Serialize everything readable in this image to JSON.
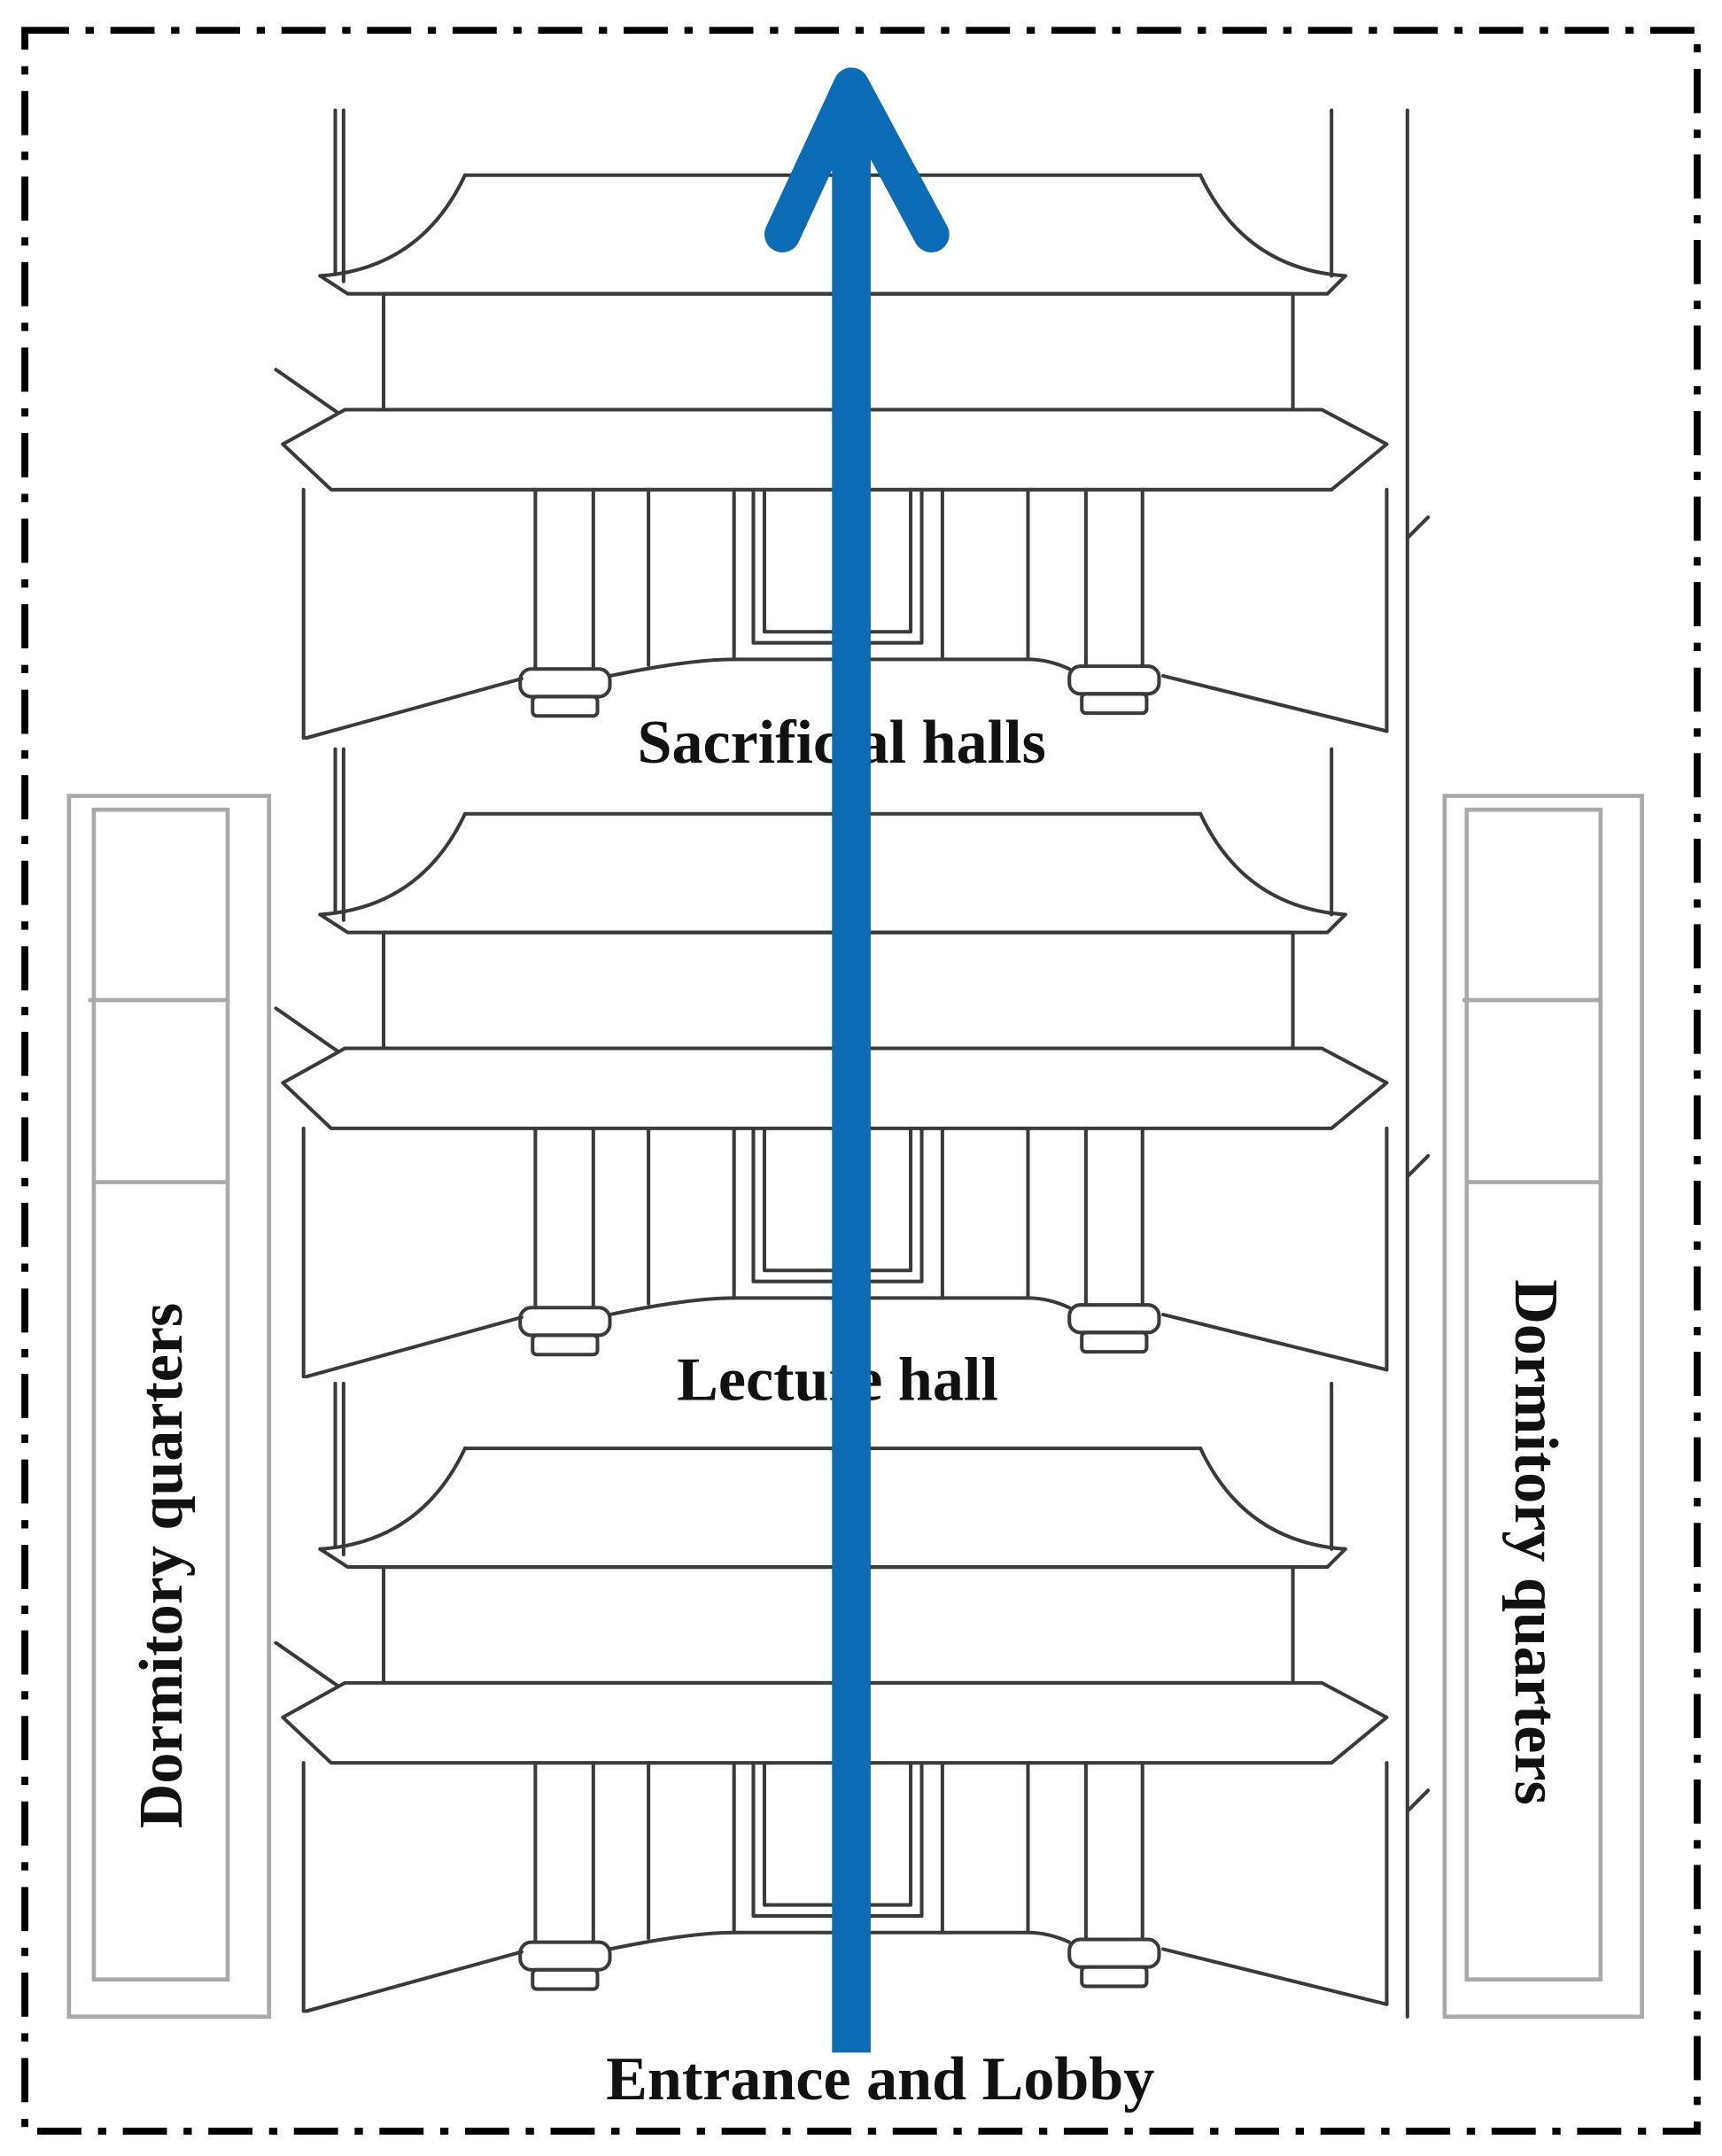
{
  "labels": {
    "sacrificial_halls": "Sacrificial halls",
    "lecture_hall": "Lecture hall",
    "entrance": "Entrance and Lobby",
    "dormitory_left": "Dormitory quarters",
    "dormitory_right": "Dormitory quarters"
  },
  "colors": {
    "arrow": "#0b6bb4",
    "line": "#3a3a3a",
    "dormitory_outline": "#a9a9a9",
    "border": "#000000"
  }
}
